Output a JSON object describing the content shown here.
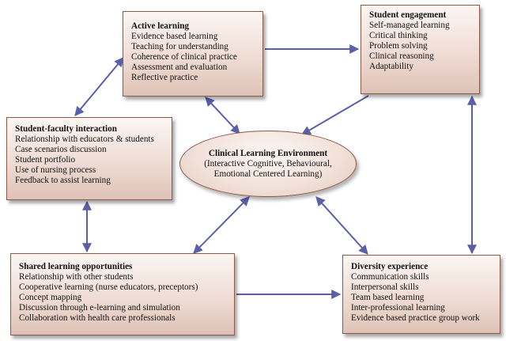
{
  "center": {
    "title": "Clinical Learning Environment",
    "line1": "(Interactive Cognitive, Behavioural,",
    "line2": "Emotional Centered Learning)"
  },
  "active_learning": {
    "title": "Active learning",
    "items": [
      "Evidence based learning",
      "Teaching for understanding",
      "Coherence of clinical practice",
      "Assessment and evaluation",
      "Reflective practice"
    ]
  },
  "student_engagement": {
    "title": "Student engagement",
    "items": [
      "Self-managed learning",
      "Critical thinking",
      "Problem solving",
      "Clinical reasoning",
      "Adaptability"
    ]
  },
  "student_faculty_interaction": {
    "title": "Student-faculty interaction",
    "items": [
      "Relationship with  educators & students",
      "Case scenarios discussion",
      "Student portfolio",
      "Use of nursing process",
      "Feedback to assist learning"
    ]
  },
  "shared_learning": {
    "title": "Shared learning opportunities",
    "items": [
      "Relationship with other students",
      "Cooperative  learning (nurse educators, preceptors)",
      "Concept mapping",
      "Discussion through e-learning and simulation",
      "Collaboration with health care professionals"
    ]
  },
  "diversity_experience": {
    "title": "Diversity experience",
    "items": [
      "Communication skills",
      "Interpersonal skills",
      "Team based learning",
      "Inter-professional learning",
      "Evidence based practice group work"
    ]
  },
  "colors": {
    "arrow": "#5b5fa8",
    "box_border": "#8a5a48",
    "box_fill_top": "#fcf6f3",
    "box_fill_bottom": "#dfc2b6"
  }
}
